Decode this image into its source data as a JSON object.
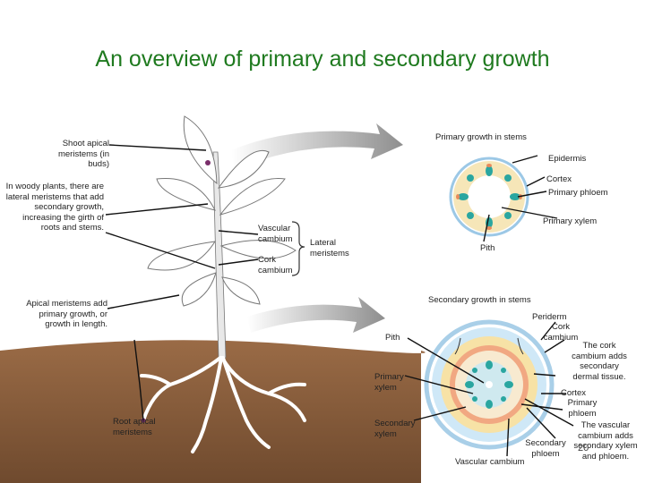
{
  "title": "An overview of primary and secondary growth",
  "labels": {
    "shoot_apical": "Shoot apical meristems (in buds)",
    "woody": "In woody plants, there are lateral meristems that add secondary growth, increasing the girth of roots and stems.",
    "apical": "Apical meristems add primary growth, or growth in length.",
    "root_apical": "Root apical meristems",
    "vascular_cambium": "Vascular cambium",
    "cork_cambium": "Cork cambium",
    "lateral_meristems": "Lateral meristems",
    "primary_growth": "Primary growth in stems",
    "epidermis": "Epidermis",
    "cortex": "Cortex",
    "primary_phloem": "Primary phloem",
    "primary_xylem": "Primary xylem",
    "pith": "Pith",
    "secondary_growth": "Secondary growth in stems",
    "periderm": "Periderm",
    "cork_cambium_right": "Cork cambium",
    "cork_adds": "The cork cambium adds secondary dermal tissue.",
    "pith2": "Pith",
    "primary_xylem2": "Primary xylem",
    "cortex2": "Cortex",
    "primary_phloem2": "Primary phloem",
    "vascular_adds": "The vascular cambium adds secondary xylem and phloem.",
    "secondary_xylem": "Secondary xylem",
    "secondary_phloem": "Secondary phloem",
    "vascular_cambium2": "Vascular cambium",
    "page_number": "20"
  },
  "colors": {
    "title": "#1f7a1f",
    "soil": "#8b5e3c",
    "arrow": "#9a9a9a",
    "bark": "#a9cfe8",
    "cortex": "#f7e2a6",
    "cambium_ring": "#f1a882",
    "xylem_ring": "#f8ead0",
    "vascular_bundle": "#2aa6a0",
    "phloem_bundle": "#e88a5c"
  }
}
